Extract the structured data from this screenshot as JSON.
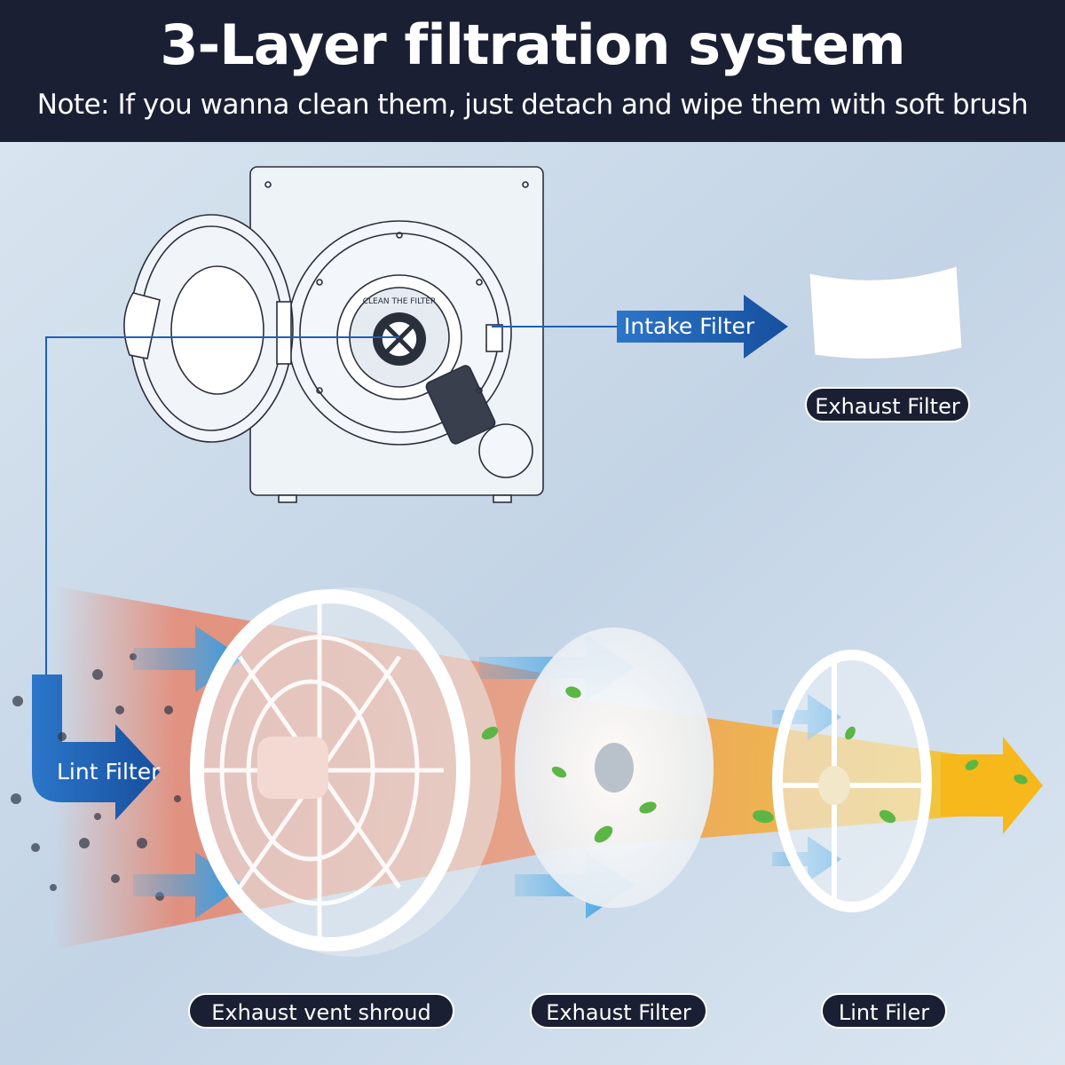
{
  "header": {
    "title": "3-Layer filtration system",
    "subtitle": "Note: If you wanna clean them, just detach and wipe them with soft brush"
  },
  "dryer": {
    "filter_ring_text": "CLEAN THE FILTER"
  },
  "arrows": {
    "intake_label": "Intake Filter",
    "lint_label": "Lint Filter"
  },
  "labels": {
    "exhaust_filter_top": "Exhaust Filter",
    "exhaust_vent_shroud": "Exhaust vent  shroud",
    "exhaust_filter_bottom": "Exhaust Filter",
    "lint_filer": "Lint Filer"
  },
  "colors": {
    "header_bg": "#1b1f33",
    "arrow_blue": "#1f5fb8",
    "airflow_red": "#f06a45",
    "airflow_orange": "#f7a21b",
    "airflow_light_blue": "#3aa7e8",
    "leaf_green": "#5cb646"
  }
}
